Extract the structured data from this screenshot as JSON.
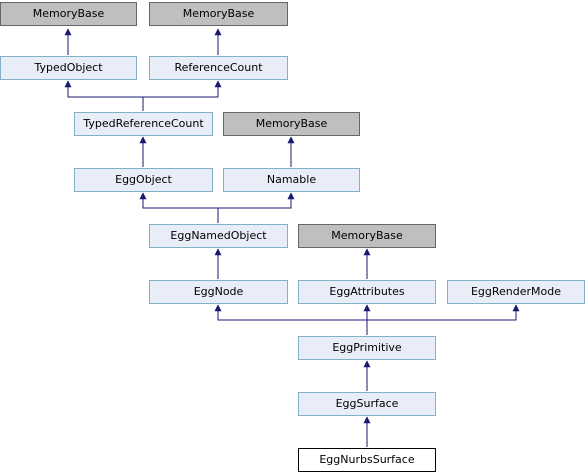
{
  "nodes": {
    "memorybase_1": "MemoryBase",
    "memorybase_2": "MemoryBase",
    "typedobject": "TypedObject",
    "referencecount": "ReferenceCount",
    "typedreferencecount": "TypedReferenceCount",
    "memorybase_3": "MemoryBase",
    "eggobject": "EggObject",
    "namable": "Namable",
    "eggnamedobject": "EggNamedObject",
    "memorybase_4": "MemoryBase",
    "eggnode": "EggNode",
    "eggattributes": "EggAttributes",
    "eggrendermode": "EggRenderMode",
    "eggprimitive": "EggPrimitive",
    "eggsurface": "EggSurface",
    "eggnurbssurface": "EggNurbsSurface"
  },
  "colors": {
    "edge": "#191970",
    "node_fill": "#e8edf8",
    "node_border": "#84b0c7",
    "external_fill": "#bfbfbf",
    "current_border": "#000000"
  }
}
